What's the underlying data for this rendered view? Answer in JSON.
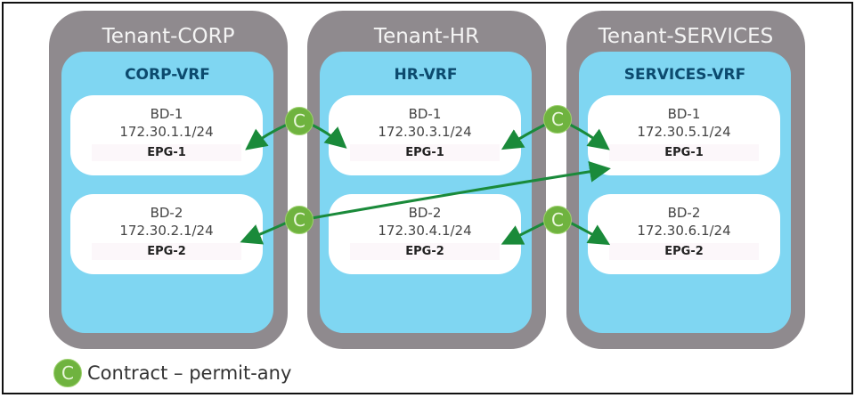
{
  "tenants": [
    {
      "name": "Tenant-CORP",
      "vrf": "CORP-VRF",
      "bds": [
        {
          "bd": "BD-1",
          "subnet": "172.30.1.1/24",
          "epg": "EPG-1"
        },
        {
          "bd": "BD-2",
          "subnet": "172.30.2.1/24",
          "epg": "EPG-2"
        }
      ]
    },
    {
      "name": "Tenant-HR",
      "vrf": "HR-VRF",
      "bds": [
        {
          "bd": "BD-1",
          "subnet": "172.30.3.1/24",
          "epg": "EPG-1"
        },
        {
          "bd": "BD-2",
          "subnet": "172.30.4.1/24",
          "epg": "EPG-2"
        }
      ]
    },
    {
      "name": "Tenant-SERVICES",
      "vrf": "SERVICES-VRF",
      "bds": [
        {
          "bd": "BD-1",
          "subnet": "172.30.5.1/24",
          "epg": "EPG-1"
        },
        {
          "bd": "BD-2",
          "subnet": "172.30.6.1/24",
          "epg": "EPG-2"
        }
      ]
    }
  ],
  "contract_symbol": "C",
  "legend": {
    "symbol": "C",
    "label": "Contract – permit-any"
  },
  "colors": {
    "tenant": "#8f8a8e",
    "vrf": "#7fd6f2",
    "contract": "#6fb33f",
    "arrow": "#1a8a3a"
  }
}
